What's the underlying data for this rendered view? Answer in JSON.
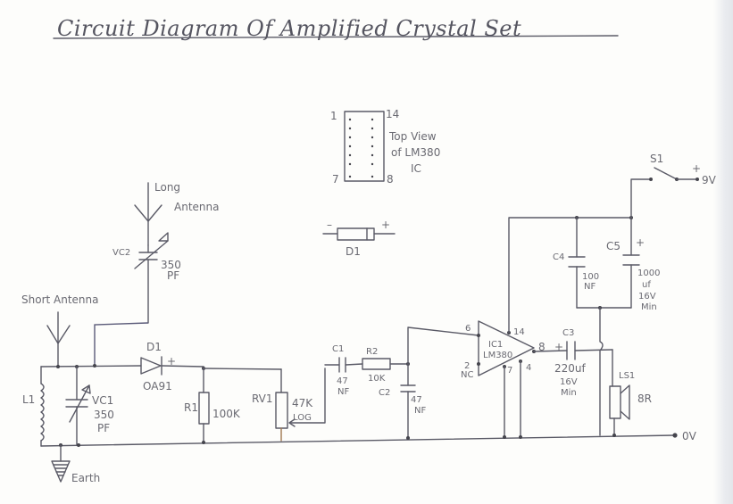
{
  "title": "Circuit Diagram Of Amplified Crystal Set",
  "ic_pinout": {
    "pin_1": "1",
    "pin_7": "7",
    "pin_8": "8",
    "pin_14": "14",
    "caption_line1": "Top View",
    "caption_line2": "of LM380",
    "caption_line3": "IC"
  },
  "diode_legend": {
    "minus": "–",
    "plus": "+",
    "label": "D1"
  },
  "antennas": {
    "long_line1": "Long",
    "long_line2": "Antenna",
    "short": "Short Antenna"
  },
  "components": {
    "vc2": {
      "ref": "VC2",
      "value": "350",
      "unit": "PF"
    },
    "vc1": {
      "ref": "VC1",
      "value": "350",
      "unit": "PF"
    },
    "l1": {
      "ref": "L1"
    },
    "d1": {
      "ref": "D1",
      "value": "OA91",
      "plus": "+"
    },
    "r1": {
      "ref": "R1",
      "value": "100K"
    },
    "rv1": {
      "ref": "RV1",
      "value": "47K",
      "taper": "LOG"
    },
    "c1": {
      "ref": "C1",
      "value": "47",
      "unit": "NF"
    },
    "r2": {
      "ref": "R2",
      "value": "10K"
    },
    "c2": {
      "ref": "C2",
      "value": "47",
      "unit": "NF"
    },
    "ic1": {
      "ref": "IC1",
      "part": "LM380",
      "pin6": "6",
      "pin2": "2",
      "pin2_note": "NC",
      "pin14": "14",
      "pin7": "7",
      "pin4": "4",
      "pin8": "8"
    },
    "c3": {
      "ref": "C3",
      "value": "220uf",
      "voltage": "16V",
      "note": "Min",
      "plus": "+"
    },
    "c4": {
      "ref": "C4",
      "value": "100",
      "unit": "NF"
    },
    "c5": {
      "ref": "C5",
      "value": "1000",
      "unit": "uf",
      "voltage": "16V",
      "note": "Min",
      "plus": "+"
    },
    "s1": {
      "ref": "S1"
    },
    "ls1": {
      "ref": "LS1",
      "value": "8R"
    }
  },
  "supply": {
    "plus": "+",
    "voltage": "9V",
    "ground": "0V",
    "earth": "Earth"
  }
}
